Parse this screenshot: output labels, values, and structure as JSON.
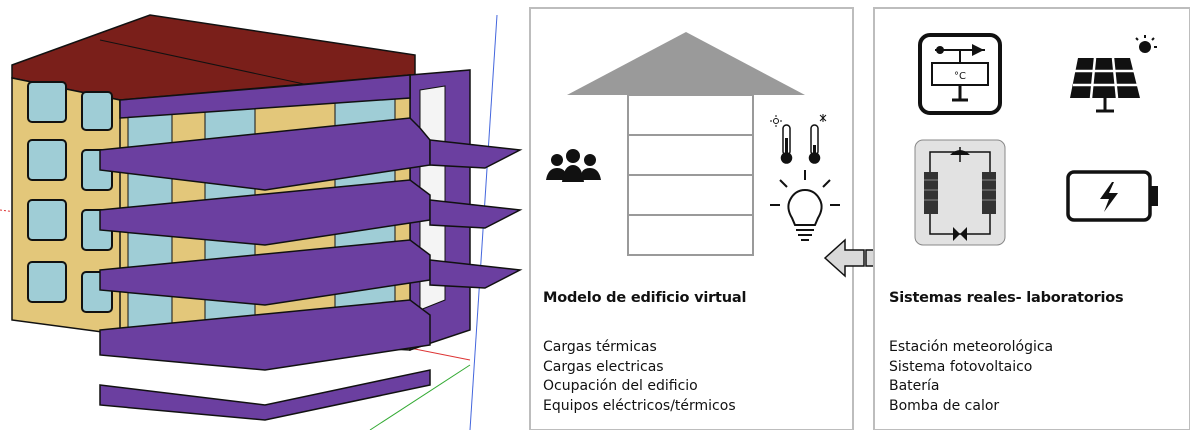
{
  "virtual_panel": {
    "title": "Modelo de edificio virtual",
    "items": [
      "Cargas térmicas",
      "Cargas electricas",
      "Ocupación del edificio",
      "Equipos eléctricos/térmicos"
    ]
  },
  "real_panel": {
    "title": "Sistemas reales- laboratorios",
    "items": [
      "Estación meteorológica",
      "Sistema fotovoltaico",
      "Batería",
      "Bomba de calor"
    ]
  },
  "icons": {
    "weather_station_label": "°C"
  },
  "colors": {
    "roof": "#7a1f1a",
    "slab": "#6b3fa0",
    "wall": "#e3c77a",
    "glass": "#9fcdd6",
    "house": "#9a9a9a",
    "panel_border": "#bdbdbd",
    "arrow": "#d9d9d9",
    "heat_pump_bg": "#e2e2e2"
  }
}
